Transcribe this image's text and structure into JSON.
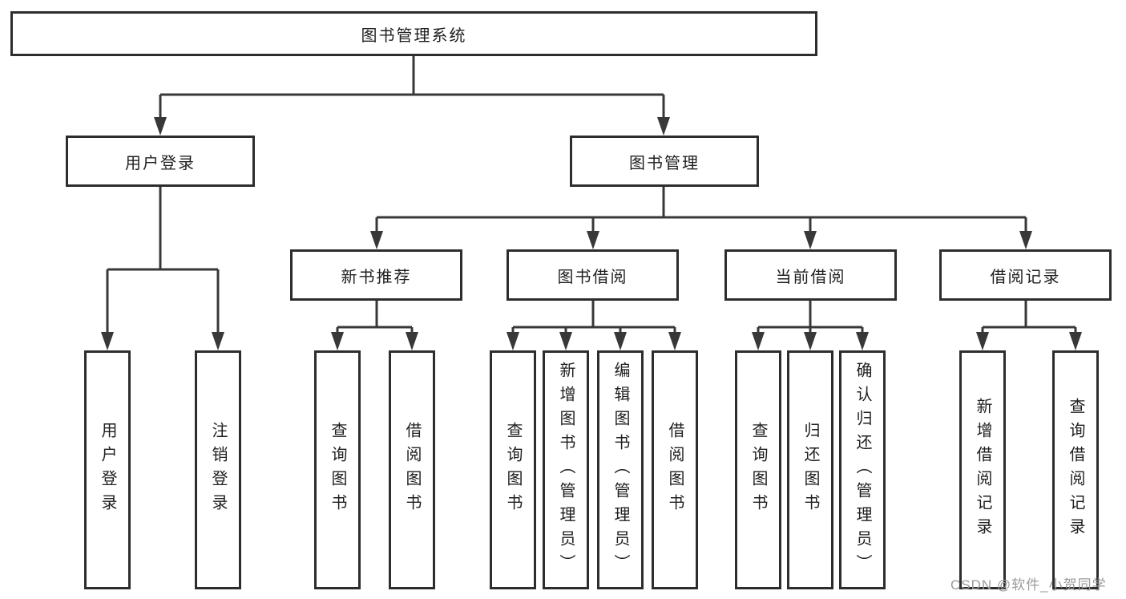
{
  "tree": {
    "root": {
      "label": "图书管理系统",
      "children": [
        {
          "label": "用户登录",
          "children": [
            {
              "label": "用户登录"
            },
            {
              "label": "注销登录"
            }
          ]
        },
        {
          "label": "图书管理",
          "children": [
            {
              "label": "新书推荐",
              "children": [
                {
                  "label": "查询图书"
                },
                {
                  "label": "借阅图书"
                }
              ]
            },
            {
              "label": "图书借阅",
              "children": [
                {
                  "label": "查询图书"
                },
                {
                  "label": "新增图书（管理员）"
                },
                {
                  "label": "编辑图书（管理员）"
                },
                {
                  "label": "借阅图书"
                }
              ]
            },
            {
              "label": "当前借阅",
              "children": [
                {
                  "label": "查询图书"
                },
                {
                  "label": "归还图书"
                },
                {
                  "label": "确认归还（管理员）"
                }
              ]
            },
            {
              "label": "借阅记录",
              "children": [
                {
                  "label": "新增借阅记录"
                },
                {
                  "label": "查询借阅记录"
                }
              ]
            }
          ]
        }
      ]
    }
  },
  "watermark": {
    "text": "CSDN @软件_小贺同学"
  },
  "colors": {
    "line": "#383838",
    "box_border": "#2d2d2d",
    "box_fill": "#ffffff",
    "text": "#1f1f1f",
    "background": "#ffffff",
    "watermark": "#9b9b9b"
  }
}
